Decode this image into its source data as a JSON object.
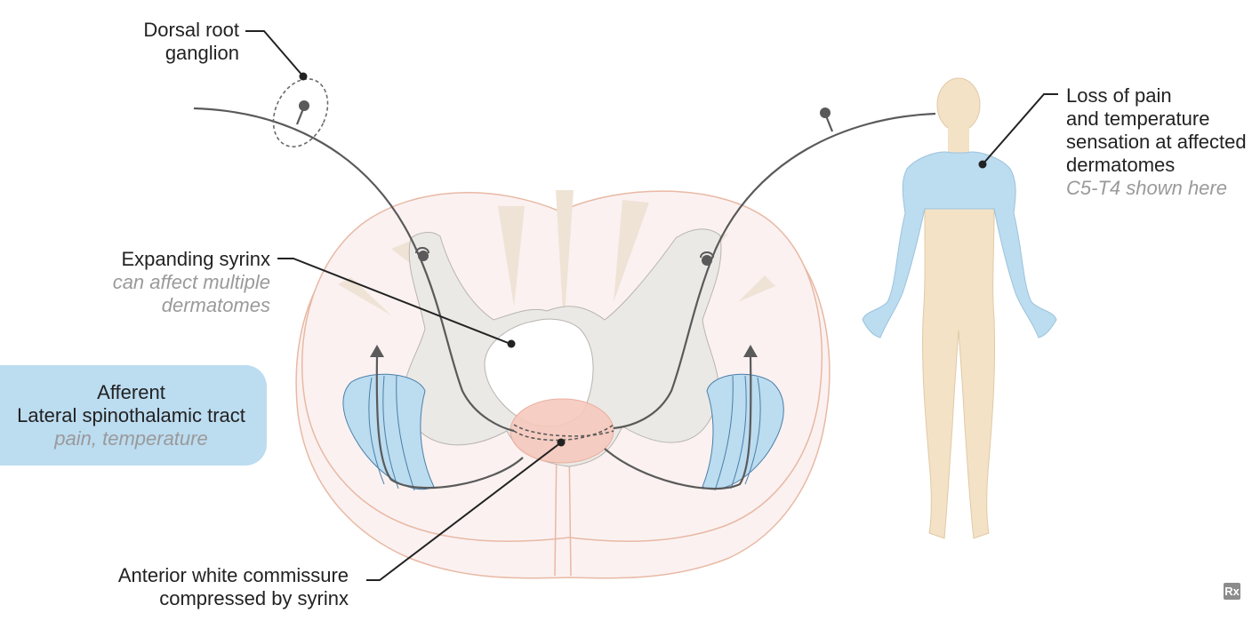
{
  "labels": {
    "dorsal_root": [
      "Dorsal root",
      "ganglion"
    ],
    "syrinx": {
      "lines": [
        "Expanding syrinx"
      ],
      "sub": [
        "can affect multiple",
        "dermatomes"
      ]
    },
    "afferent": {
      "lines": [
        "Afferent",
        "Lateral spinothalamic tract"
      ],
      "sub": [
        "pain, temperature"
      ]
    },
    "commissure": [
      "Anterior white commissure",
      "compressed by syrinx"
    ],
    "loss": {
      "lines": [
        "Loss of pain",
        "and temperature",
        "sensation at affected",
        "dermatomes"
      ],
      "sub": [
        "C5-T4 shown here"
      ]
    }
  },
  "icons": {
    "corner": "Rx"
  },
  "colors": {
    "cord_fill": "#fbf1f1",
    "cord_outline": "#e8b9a4",
    "gray_matter": "#ebe9e6",
    "tract_blue": "#bcdcf0",
    "tract_line": "#4a7fa8",
    "syrinx_fill": "#ffffff",
    "commissure": "#f7c9bd",
    "nerve": "#5a5a5a",
    "skin": "#f4e2c6",
    "affected_area": "#bcdcf0"
  }
}
